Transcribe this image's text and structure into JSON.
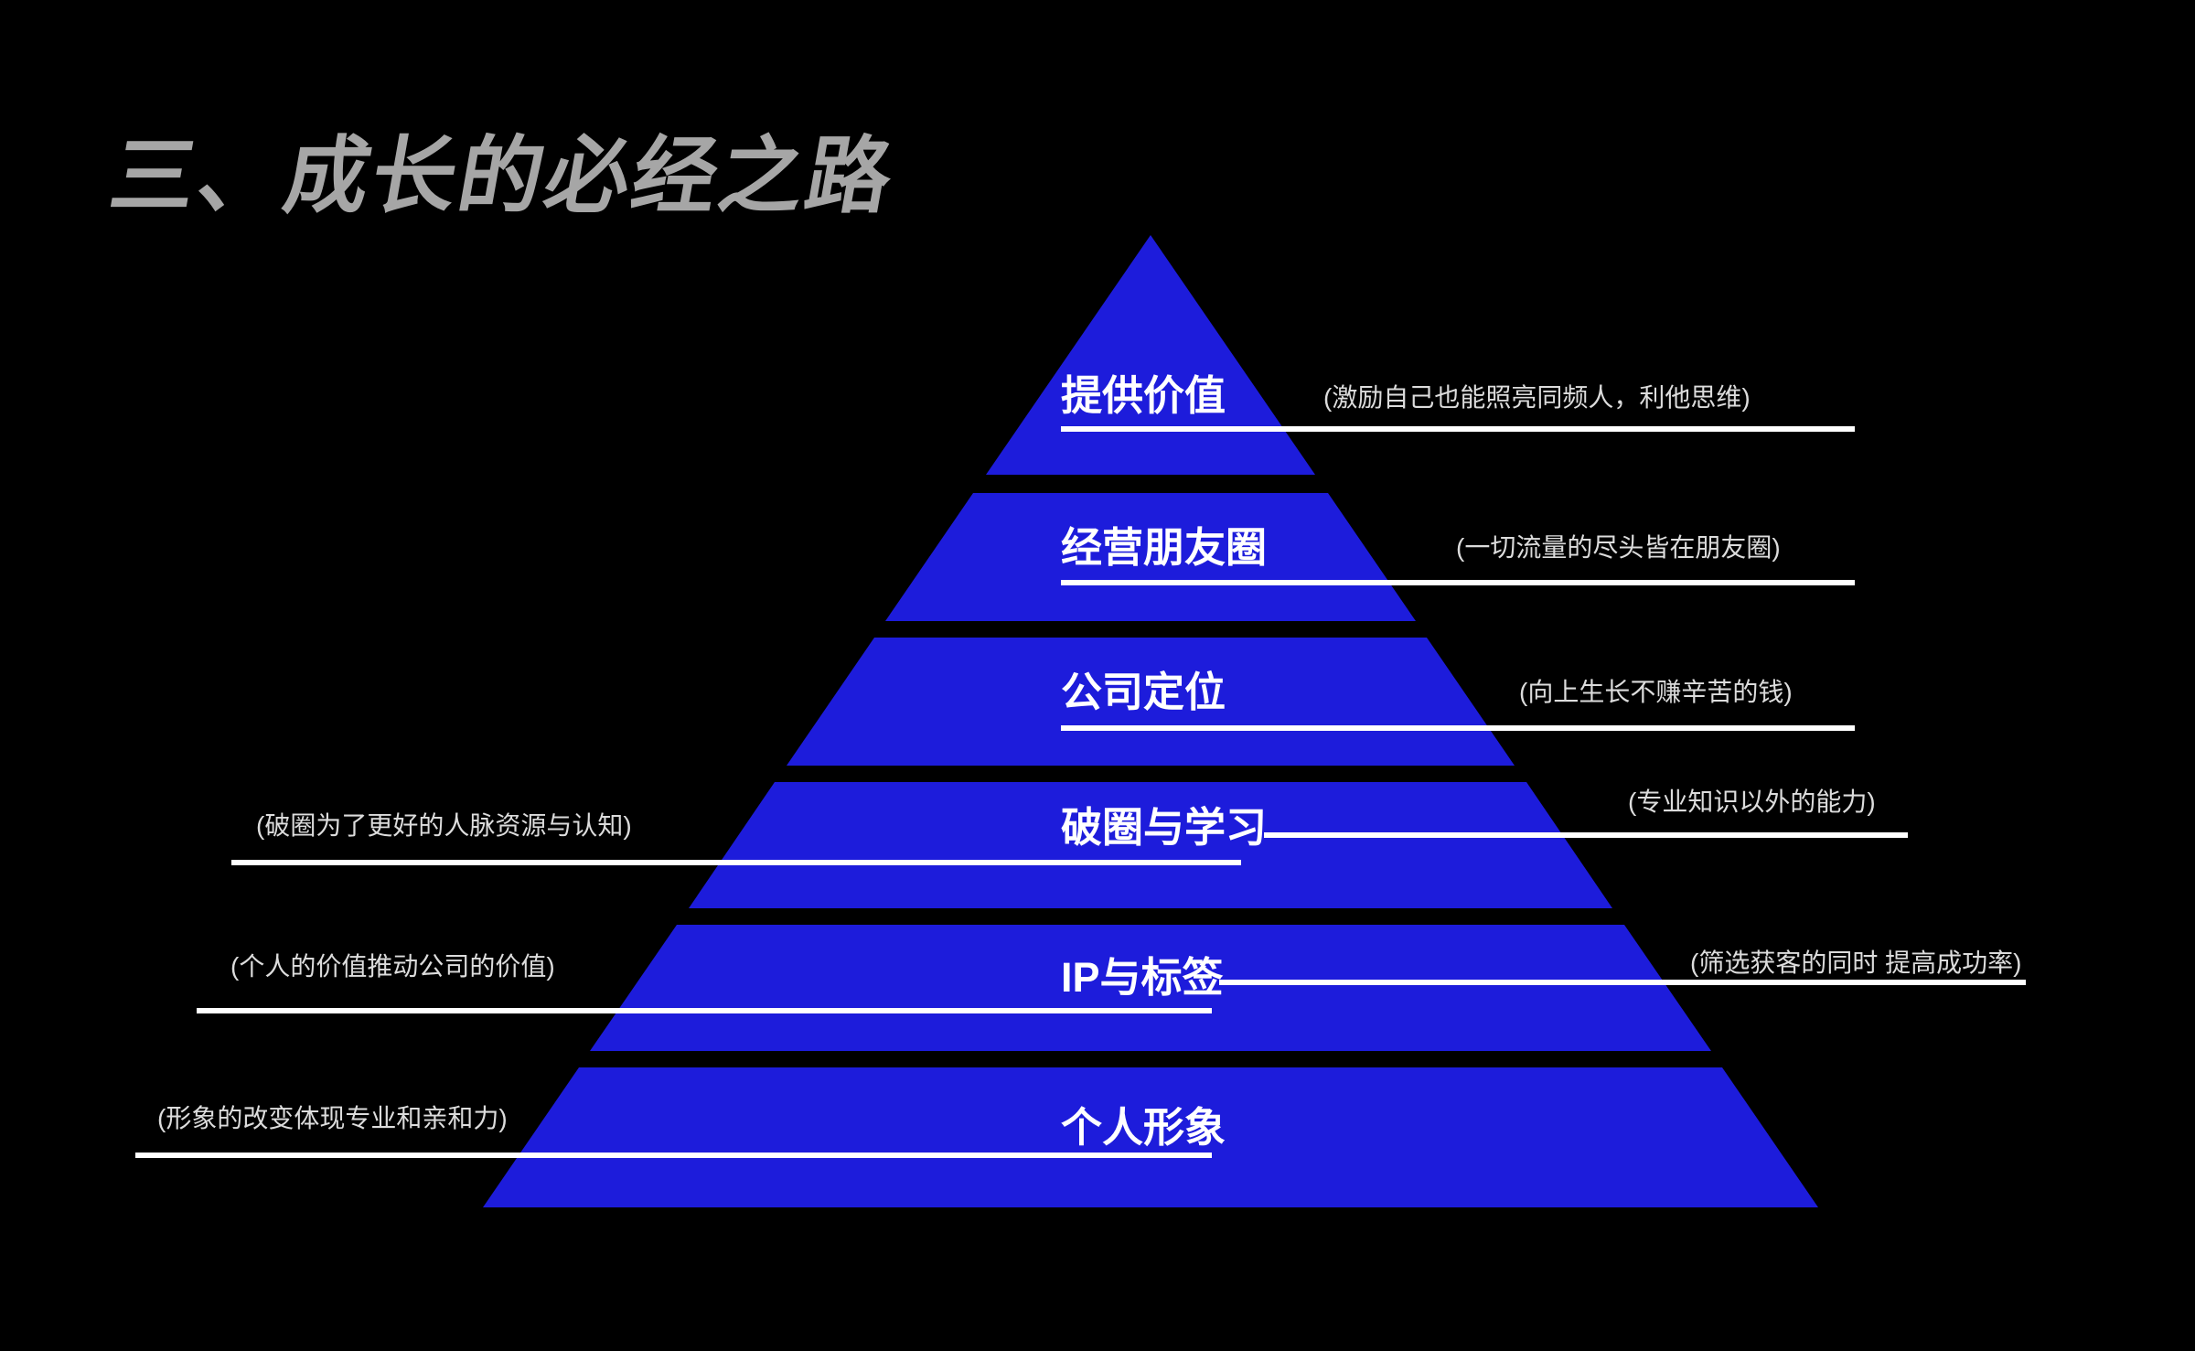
{
  "slide": {
    "title": "三、成长的必经之路",
    "background_color": "#000000",
    "title_color": "#a6a6a6",
    "label_color": "#ffffff",
    "annotation_color": "#dcdcdc",
    "line_color": "#ffffff"
  },
  "pyramid": {
    "fill_color": "#1d1cdb",
    "levels": [
      {
        "label": "提供价值",
        "annotation_right": "(激励自己也能照亮同频人，利他思维)"
      },
      {
        "label": "经营朋友圈",
        "annotation_right": "(一切流量的尽头皆在朋友圈)"
      },
      {
        "label": "公司定位",
        "annotation_right": "(向上生长不赚辛苦的钱)"
      },
      {
        "label": "破圈与学习",
        "annotation_right": "(专业知识以外的能力)",
        "annotation_left": "(破圈为了更好的人脉资源与认知)"
      },
      {
        "label": "IP与标签",
        "annotation_right": "(筛选获客的同时 提高成功率)",
        "annotation_left": "(个人的价值推动公司的价值)"
      },
      {
        "label": "个人形象",
        "annotation_left": "(形象的改变体现专业和亲和力)"
      }
    ]
  }
}
